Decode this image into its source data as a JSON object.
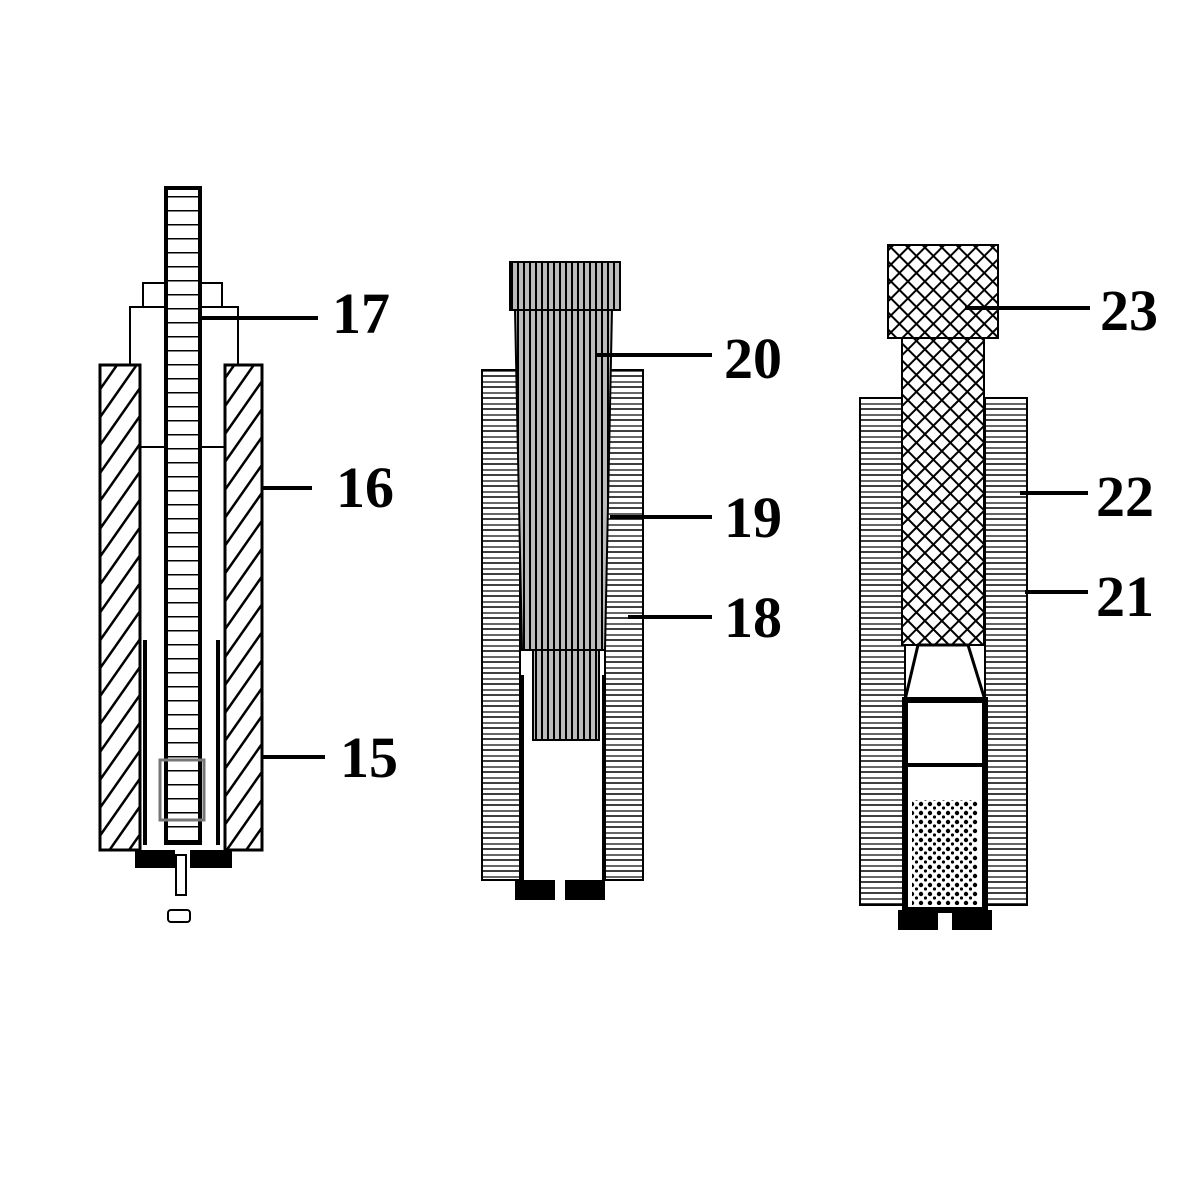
{
  "colors": {
    "ink": "#000000",
    "background": "#ffffff"
  },
  "dies": [
    {
      "part_labels": {
        "rod": "17",
        "upper_body": "16",
        "lower_body": "15"
      }
    },
    {
      "part_labels": {
        "seater": "20",
        "upper_body": "19",
        "lower_body": "18"
      }
    },
    {
      "part_labels": {
        "cap": "23",
        "upper_body": "22",
        "lower_body": "21"
      }
    }
  ]
}
